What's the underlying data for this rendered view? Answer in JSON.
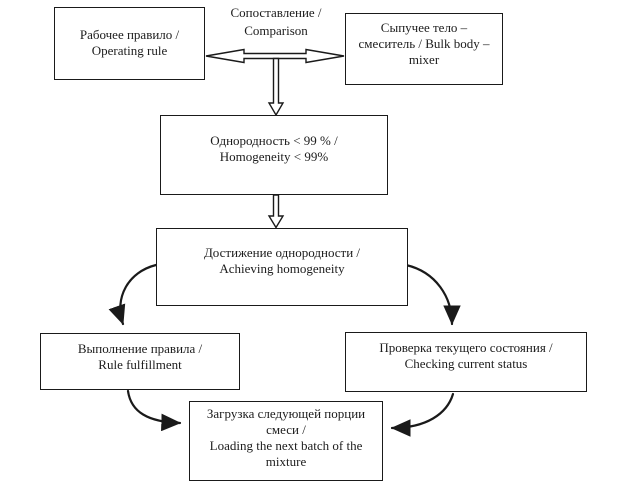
{
  "diagram": {
    "comparison_label": "Сопоставление /\nComparison",
    "boxes": {
      "operating_rule": "Рабочее правило /\nOperating rule",
      "bulk_body_mixer": "Сыпучее тело –\nсмеситель / Bulk body –\nmixer",
      "homogeneity": "Однородность < 99 % /\nHomogeneity < 99%",
      "achieving_homogeneity": "Достижение однородности /\nAchieving homogeneity",
      "rule_fulfillment": "Выполнение правила /\nRule fulfillment",
      "checking_current_status": "Проверка текущего состояния /\nChecking current status",
      "loading_next_batch": "Загрузка следующей порции\nсмеси /\nLoading the next batch of the\nmixture"
    },
    "colors": {
      "line": "#1a1a1a",
      "background": "#ffffff",
      "text": "#1c1c1c"
    }
  }
}
